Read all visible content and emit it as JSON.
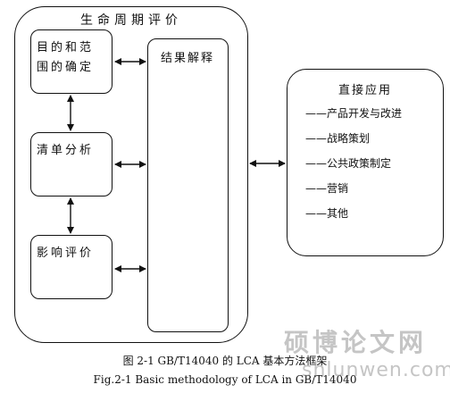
{
  "diagram": {
    "outer_title": "生命周期评价",
    "stages": [
      {
        "label_line1": "目的和范",
        "label_line2": "围的确定"
      },
      {
        "label_line1": "清单分析",
        "label_line2": ""
      },
      {
        "label_line1": "影响评价",
        "label_line2": ""
      }
    ],
    "interpretation": "结果解释",
    "applications": {
      "title": "直接应用",
      "items": [
        "——产品开发与改进",
        "——战略策划",
        "——公共政策制定",
        "——营销",
        "——其他"
      ]
    }
  },
  "caption": {
    "cn": "图 2-1 GB/T14040 的 LCA 基本方法框架",
    "en": "Fig.2-1 Basic methodology of LCA in GB/T14040"
  },
  "watermark": {
    "title": "硕博论文网",
    "url": "shlunwen.com"
  },
  "colors": {
    "line": "#111111",
    "watermark": "#b5b5b5"
  }
}
